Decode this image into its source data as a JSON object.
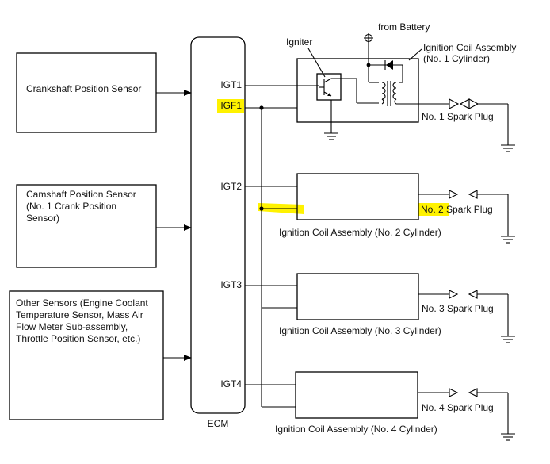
{
  "sensors": {
    "crankshaft": "Crankshaft Position Sensor",
    "camshaft": [
      "Camshaft Position Sensor",
      "(No. 1 Crank Position",
      "Sensor)"
    ],
    "other": [
      "Other Sensors (Engine Coolant",
      "Temperature Sensor, Mass Air",
      "Flow Meter Sub-assembly,",
      "Throttle Position Sensor, etc.)"
    ]
  },
  "ecm": {
    "label": "ECM",
    "pins": {
      "igt1": "IGT1",
      "igf1": "IGF1",
      "igt2": "IGT2",
      "igt3": "IGT3",
      "igt4": "IGT4"
    }
  },
  "coil1": {
    "igniter": "Igniter",
    "battery": "from Battery",
    "title": [
      "Ignition Coil Assembly",
      "(No. 1 Cylinder)"
    ],
    "spark_plug": "No. 1 Spark Plug"
  },
  "coil2": {
    "title": "Ignition Coil Assembly (No. 2 Cylinder)",
    "spark_plug": "No. 2 Spark Plug"
  },
  "coil3": {
    "title": "Ignition Coil Assembly (No. 3 Cylinder)",
    "spark_plug": "No. 3 Spark Plug"
  },
  "coil4": {
    "title": "Ignition Coil Assembly (No. 4 Cylinder)",
    "spark_plug": "No. 4 Spark Plug"
  },
  "highlight_color": "#fff200"
}
